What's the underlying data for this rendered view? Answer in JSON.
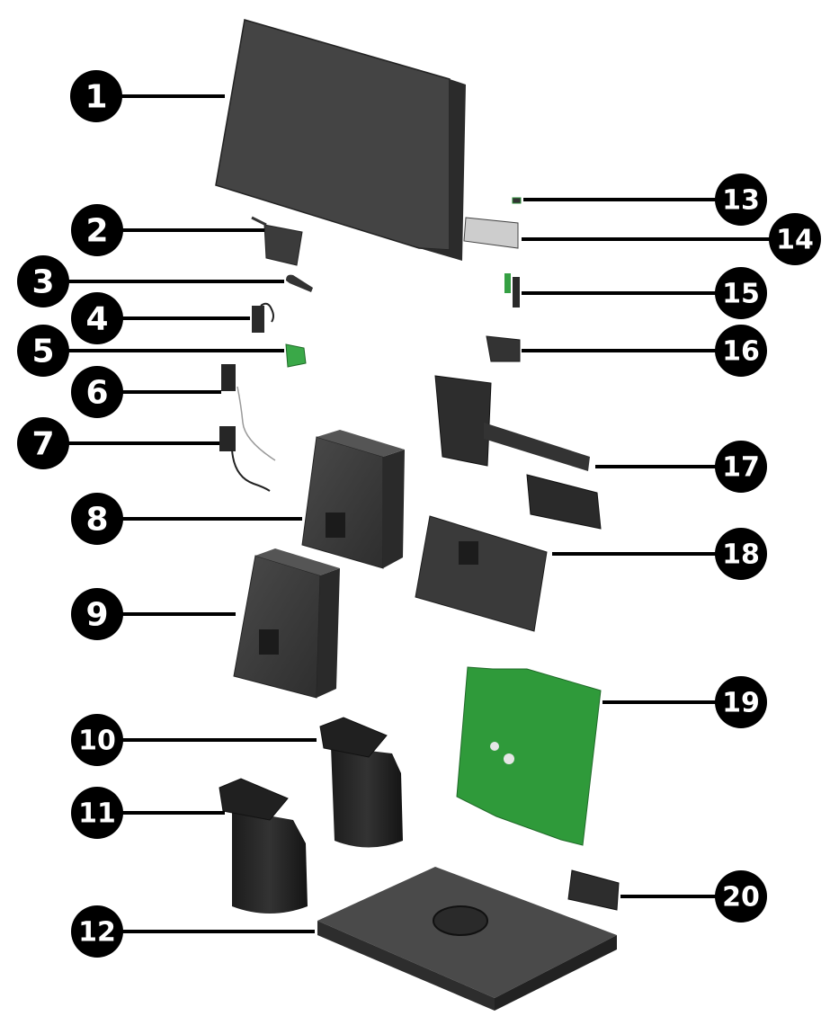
{
  "diagram": {
    "type": "exploded-view parts illustration",
    "colors": {
      "callout_fill": "#000000",
      "callout_text": "#ffffff",
      "part_dark": "#3a3a3a",
      "part_darker": "#262626",
      "board_green": "#2f9a3a",
      "silver": "#c9c9c9"
    },
    "callouts": [
      {
        "id": "1",
        "label": "1",
        "part": "display-panel"
      },
      {
        "id": "2",
        "label": "2",
        "part": "small-bracket"
      },
      {
        "id": "3",
        "label": "3",
        "part": "hook-clip"
      },
      {
        "id": "4",
        "label": "4",
        "part": "connector-module"
      },
      {
        "id": "5",
        "label": "5",
        "part": "small-green-board"
      },
      {
        "id": "6",
        "label": "6",
        "part": "cable-connector-a"
      },
      {
        "id": "7",
        "label": "7",
        "part": "cable-connector-b"
      },
      {
        "id": "8",
        "label": "8",
        "part": "rear-cover-tall"
      },
      {
        "id": "9",
        "label": "9",
        "part": "rear-cover-short"
      },
      {
        "id": "10",
        "label": "10",
        "part": "stand-column-tall"
      },
      {
        "id": "11",
        "label": "11",
        "part": "stand-column-short"
      },
      {
        "id": "12",
        "label": "12",
        "part": "stand-base"
      },
      {
        "id": "13",
        "label": "13",
        "part": "tiny-component"
      },
      {
        "id": "14",
        "label": "14",
        "part": "ssd-module"
      },
      {
        "id": "15",
        "label": "15",
        "part": "antenna-module"
      },
      {
        "id": "16",
        "label": "16",
        "part": "port-housing"
      },
      {
        "id": "17",
        "label": "17",
        "part": "heat-sink-assembly"
      },
      {
        "id": "18",
        "label": "18",
        "part": "rear-cover-wide"
      },
      {
        "id": "19",
        "label": "19",
        "part": "system-board"
      },
      {
        "id": "20",
        "label": "20",
        "part": "base-cover-plate"
      }
    ]
  }
}
